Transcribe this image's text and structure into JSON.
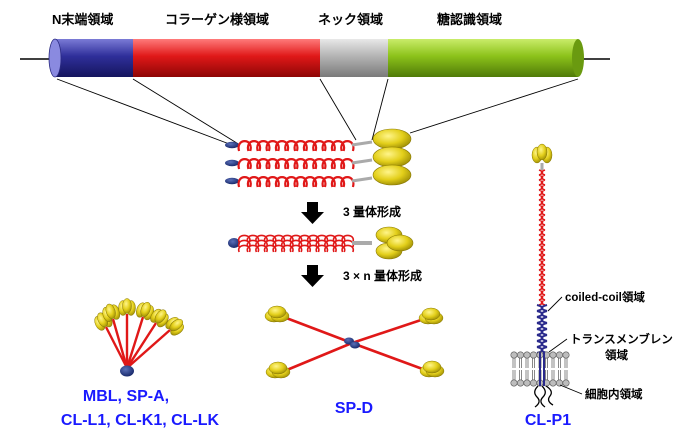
{
  "domain_labels": {
    "n_terminal": "N末端領域",
    "collagen_like": "コラーゲン様領域",
    "neck": "ネック領域",
    "carbohydrate_recognition": "糖認識領域"
  },
  "steps": {
    "trimerization": "3 量体形成",
    "multimerization": "3 × n 量体形成"
  },
  "groups": {
    "bouquet_line1": "MBL, SP-A,",
    "bouquet_line2": "CL-L1, CL-K1, CL-LK",
    "cross": "SP-D",
    "membrane": "CL-P1"
  },
  "membrane_labels": {
    "coiled_coil": "coiled-coil領域",
    "transmembrane_line1": "トランスメンブレン",
    "transmembrane_line2": "領域",
    "intracellular": "細胞内領域"
  },
  "colors": {
    "n_terminal": "#3a3a9c",
    "collagen": "#e02020",
    "neck": "#b0b0b0",
    "crd": "#8fc21a",
    "crd_head": "#e6d21a",
    "label_blue": "#1a1aff"
  }
}
